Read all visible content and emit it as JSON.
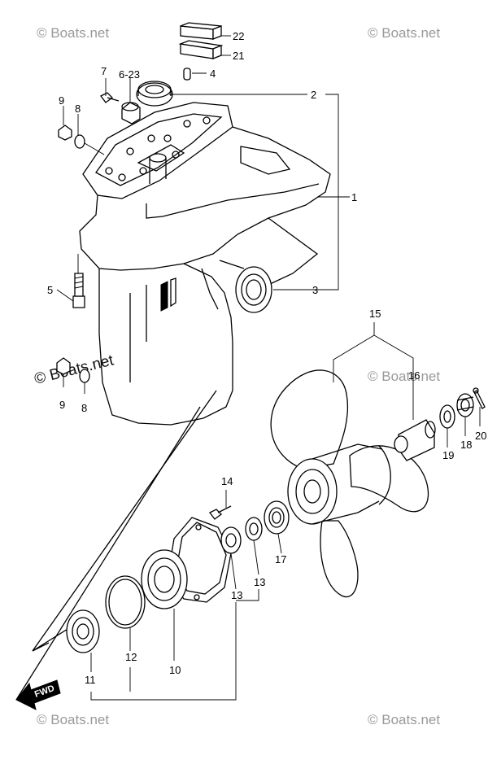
{
  "watermark": {
    "text": "© Boats.net",
    "big_text": "© Boats.net"
  },
  "fwd_label": "FWD",
  "parts": [
    {
      "id": "p22",
      "label": "22"
    },
    {
      "id": "p21",
      "label": "21"
    },
    {
      "id": "p7",
      "label": "7"
    },
    {
      "id": "p6",
      "label": "6-23"
    },
    {
      "id": "p4",
      "label": "4"
    },
    {
      "id": "p2",
      "label": "2"
    },
    {
      "id": "p9a",
      "label": "9"
    },
    {
      "id": "p8a",
      "label": "8"
    },
    {
      "id": "p1",
      "label": "1"
    },
    {
      "id": "p5",
      "label": "5"
    },
    {
      "id": "p3",
      "label": "3"
    },
    {
      "id": "p15",
      "label": "15"
    },
    {
      "id": "p16",
      "label": "16"
    },
    {
      "id": "p9b",
      "label": "9"
    },
    {
      "id": "p8b",
      "label": "8"
    },
    {
      "id": "p19",
      "label": "19"
    },
    {
      "id": "p18",
      "label": "18"
    },
    {
      "id": "p20",
      "label": "20"
    },
    {
      "id": "p14",
      "label": "14"
    },
    {
      "id": "p17",
      "label": "17"
    },
    {
      "id": "p13a",
      "label": "13"
    },
    {
      "id": "p13b",
      "label": "13"
    },
    {
      "id": "p12",
      "label": "12"
    },
    {
      "id": "p10",
      "label": "10"
    },
    {
      "id": "p11",
      "label": "11"
    }
  ]
}
